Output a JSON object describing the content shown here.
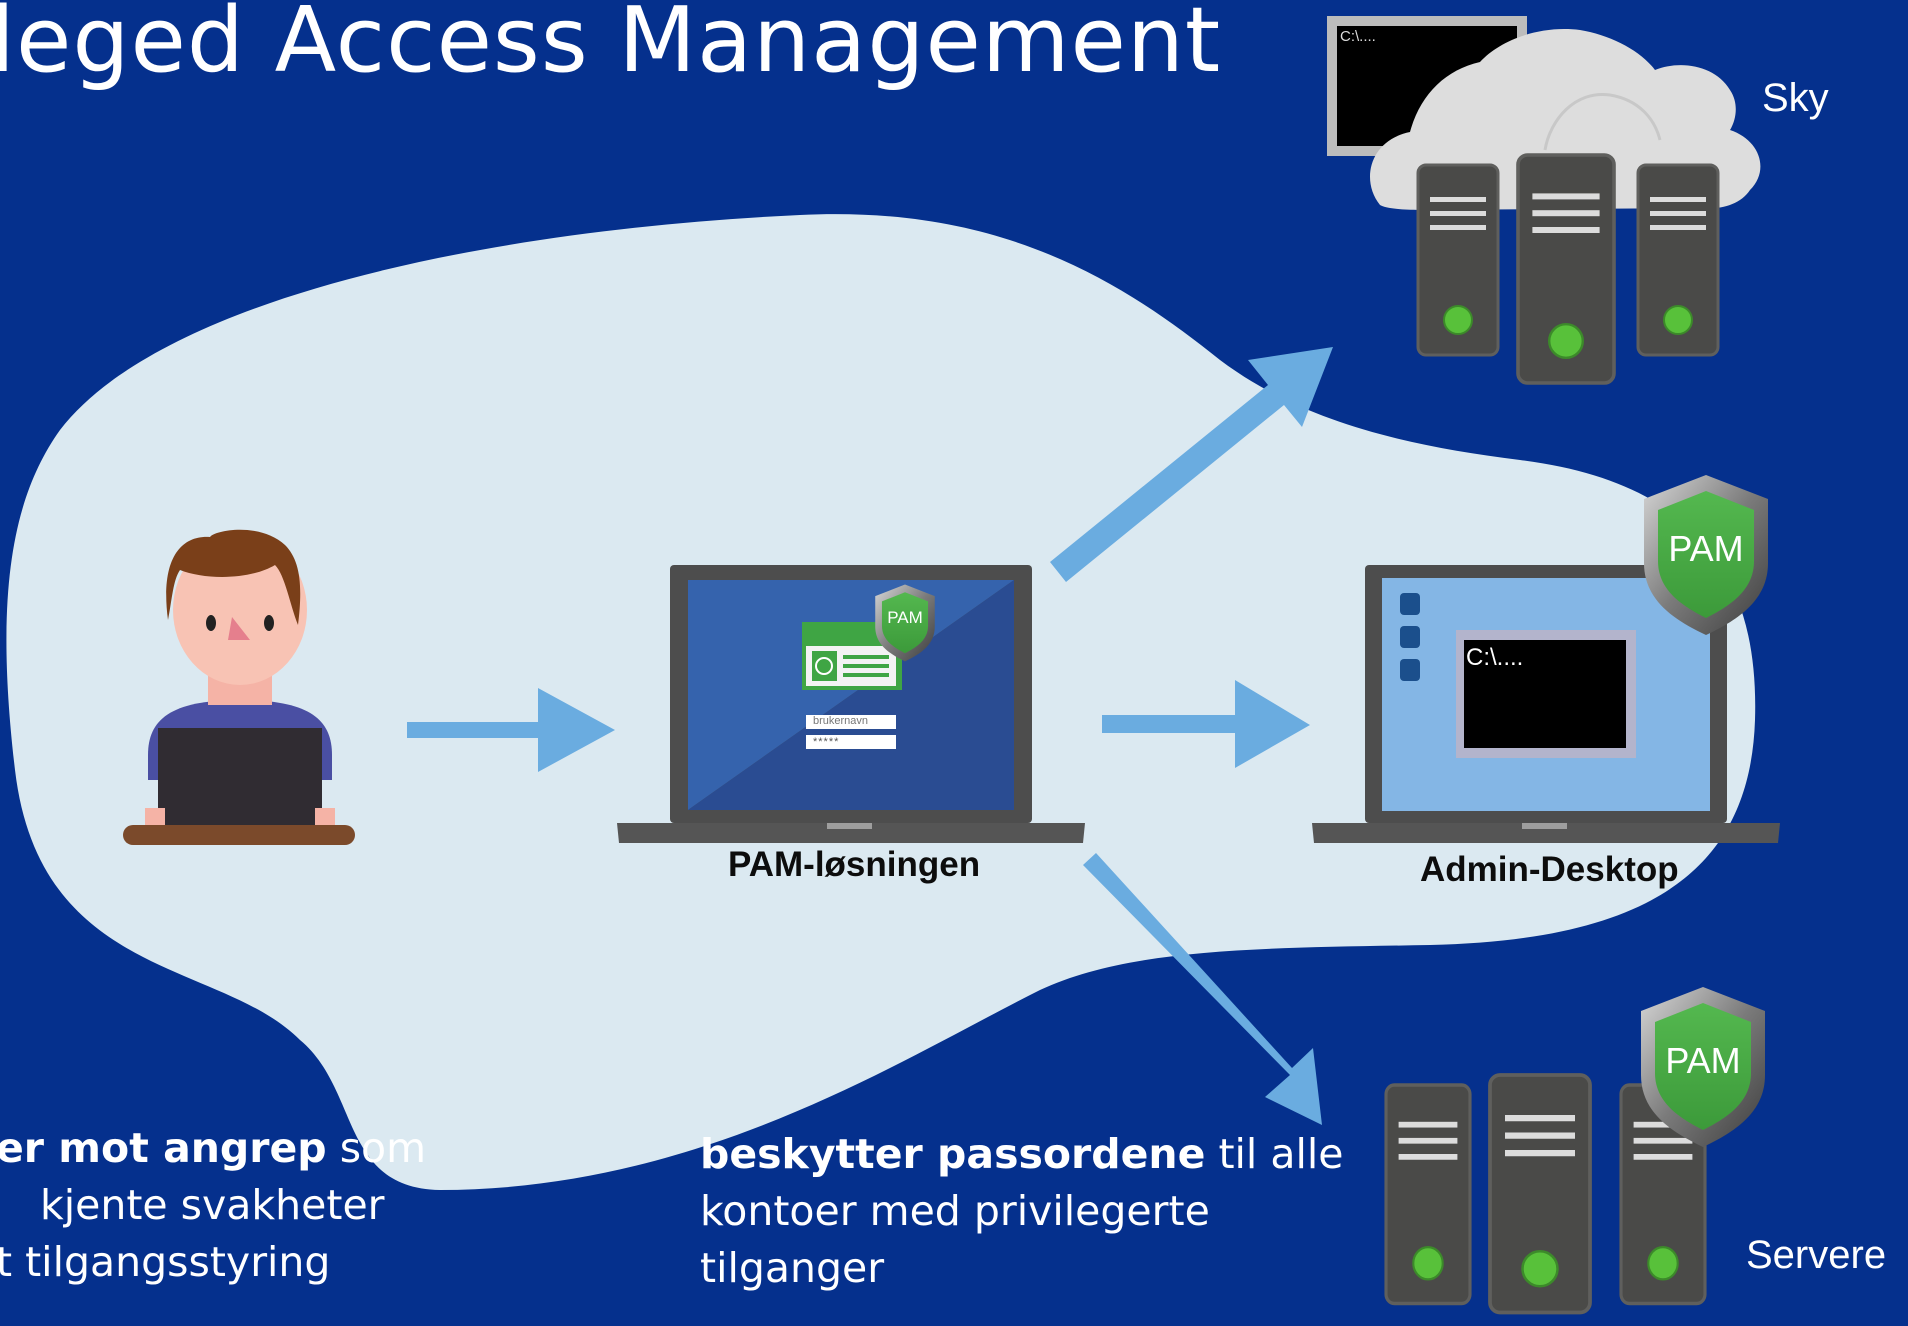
{
  "title": "leged Access Management",
  "labels": {
    "pam_solution": "PAM-løsningen",
    "admin_desktop": "Admin-Desktop",
    "cloud": "Sky",
    "servers": "Servere"
  },
  "badges": {
    "laptop_badge": "PAM",
    "admin_badge": "PAM",
    "server_badge": "PAM"
  },
  "login_screen": {
    "username_placeholder": "brukernavn",
    "password_mask": "*****"
  },
  "terminals": {
    "admin_prompt": "C:\\....",
    "cloud_prompt": "C:\\...."
  },
  "left_text": {
    "line1_bold": "er mot angrep",
    "line1_rest": " som",
    "line2": "kjente svakheter",
    "line3": "t tilgangsstyring"
  },
  "mid_text": {
    "line1_bold": "beskytter passordene",
    "line1_rest": " til alle",
    "line2": "kontoer med privilegerte",
    "line3": "tilganger"
  },
  "colors": {
    "background": "#05308d",
    "blob": "#dbe9f1",
    "arrow": "#6aace0",
    "badge_green": "#4aa64a",
    "server_body": "#4a4a48"
  }
}
